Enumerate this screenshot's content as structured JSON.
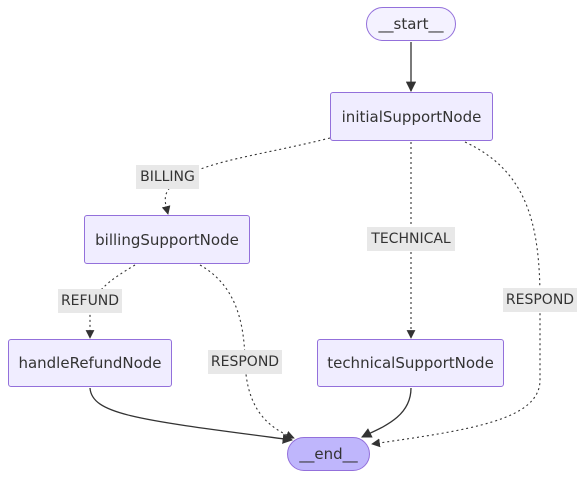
{
  "nodes": {
    "start": "__start__",
    "initial": "initialSupportNode",
    "billing": "billingSupportNode",
    "refund": "handleRefundNode",
    "technical": "technicalSupportNode",
    "end": "__end__"
  },
  "edge_labels": {
    "billing": "BILLING",
    "technical": "TECHNICAL",
    "respond_right": "RESPOND",
    "refund": "REFUND",
    "respond_billing": "RESPOND"
  },
  "colors": {
    "node_fill": "#f0edff",
    "node_border": "#9370db",
    "end_fill": "#bfb6fc",
    "edge": "#333333",
    "label_bg": "#e8e8e8"
  }
}
